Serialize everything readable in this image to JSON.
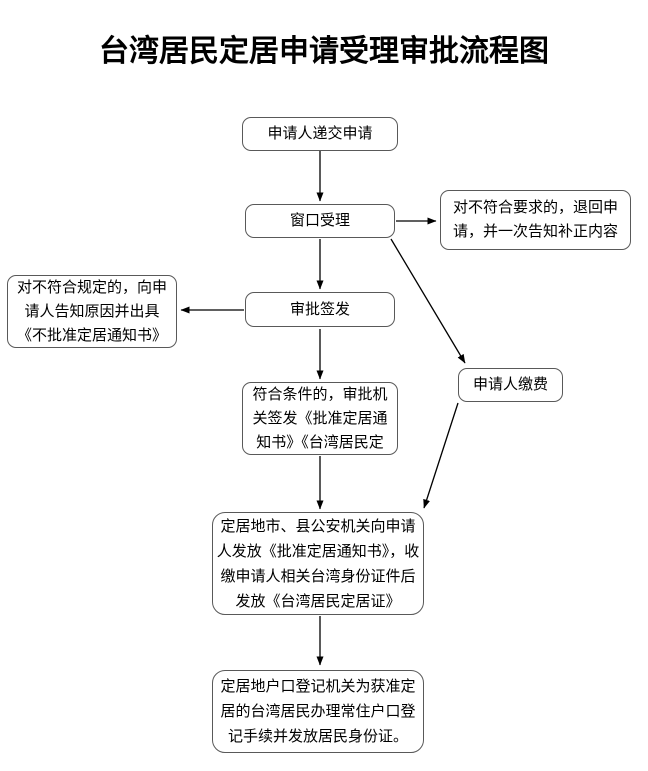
{
  "title": "台湾居民定居申请受理审批流程图",
  "nodes": {
    "submit": {
      "label": "申请人递交申请"
    },
    "window_accept": {
      "label": "窗口受理"
    },
    "return_application": {
      "label": "对不符合要求的，退回申请，并一次告知补正内容",
      "lines": [
        "对不符合要求的，退回申",
        "请，并一次告知补正内容"
      ]
    },
    "approve_sign": {
      "label": "审批签发"
    },
    "reject_notice": {
      "label": "对不符合规定的，向申请人告知原因并出具《不批准定居通知书》",
      "lines": [
        "对不符合规定的，向申",
        "请人告知原因并出具",
        "《不批准定居通知书》"
      ]
    },
    "qualified_issue": {
      "label": "符合条件的，审批机关签发《批准定居通知书》《台湾居民定",
      "lines": [
        "符合条件的，审批机",
        "关签发《批准定居通",
        "知书》《台湾居民定"
      ]
    },
    "fee": {
      "label": "申请人缴费"
    },
    "issue_certificate": {
      "label": "定居地市、县公安机关向申请人发放《批准定居通知书》，收缴申请人相关台湾身份证件后发放《台湾居民定居证》",
      "lines": [
        "定居地市、县公安机关向申请",
        "人发放《批准定居通知书》，收",
        "缴申请人相关台湾身份证件后",
        "发放《台湾居民定居证》"
      ]
    },
    "household_register": {
      "label": "定居地户口登记机关为获准定居的台湾居民办理常住户口登记手续并发放居民身份证。",
      "lines": [
        "定居地户口登记机关为获准定",
        "居的台湾居民办理常住户口登",
        "记手续并发放居民身份证。"
      ]
    }
  },
  "colors": {
    "background": "#ffffff",
    "box_border": "#595959",
    "arrow": "#000000",
    "text": "#000000"
  }
}
